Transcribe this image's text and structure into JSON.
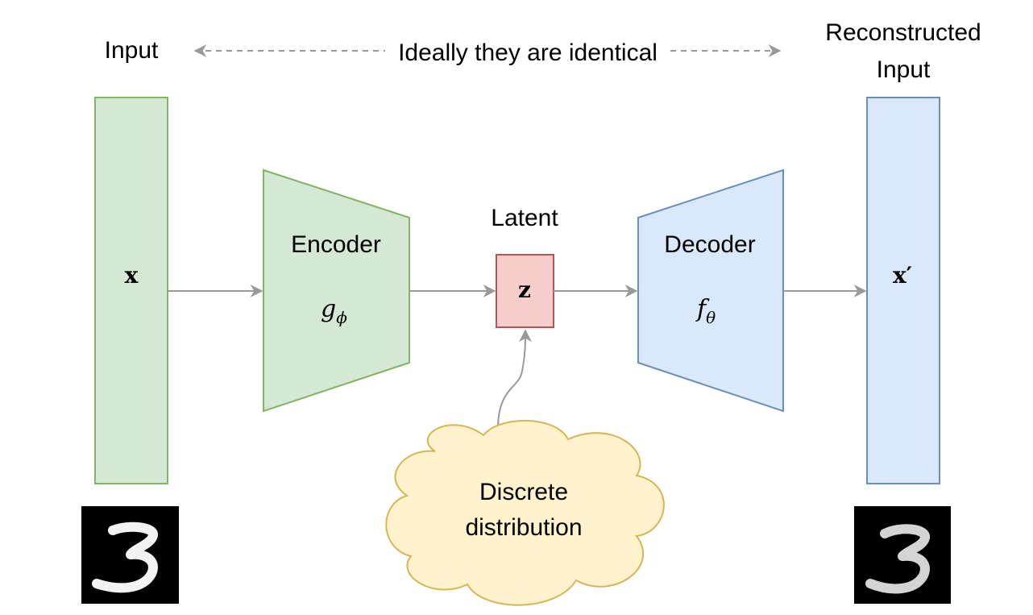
{
  "labels": {
    "input": "Input",
    "ideally": "Ideally they are identical",
    "reconstructed_line1": "Reconstructed",
    "reconstructed_line2": "Input",
    "latent": "Latent",
    "encoder": "Encoder",
    "decoder": "Decoder",
    "discrete_line1": "Discrete",
    "discrete_line2": "distribution"
  },
  "math": {
    "x": "x",
    "z": "z",
    "x_prime": "x′",
    "g": "g",
    "phi": "ϕ",
    "f": "f",
    "theta": "θ"
  },
  "colors": {
    "green_fill": "#d5e8d4",
    "green_stroke": "#82b366",
    "blue_fill": "#dae8fc",
    "blue_stroke": "#6c8ebf",
    "red_fill": "#f8cecc",
    "red_stroke": "#b85450",
    "cloud_fill": "#fff2cc",
    "cloud_stroke": "#d6b656",
    "arrow": "#999999"
  },
  "images": {
    "input_digit": "handwritten-digit-3",
    "output_digit": "handwritten-digit-3"
  }
}
